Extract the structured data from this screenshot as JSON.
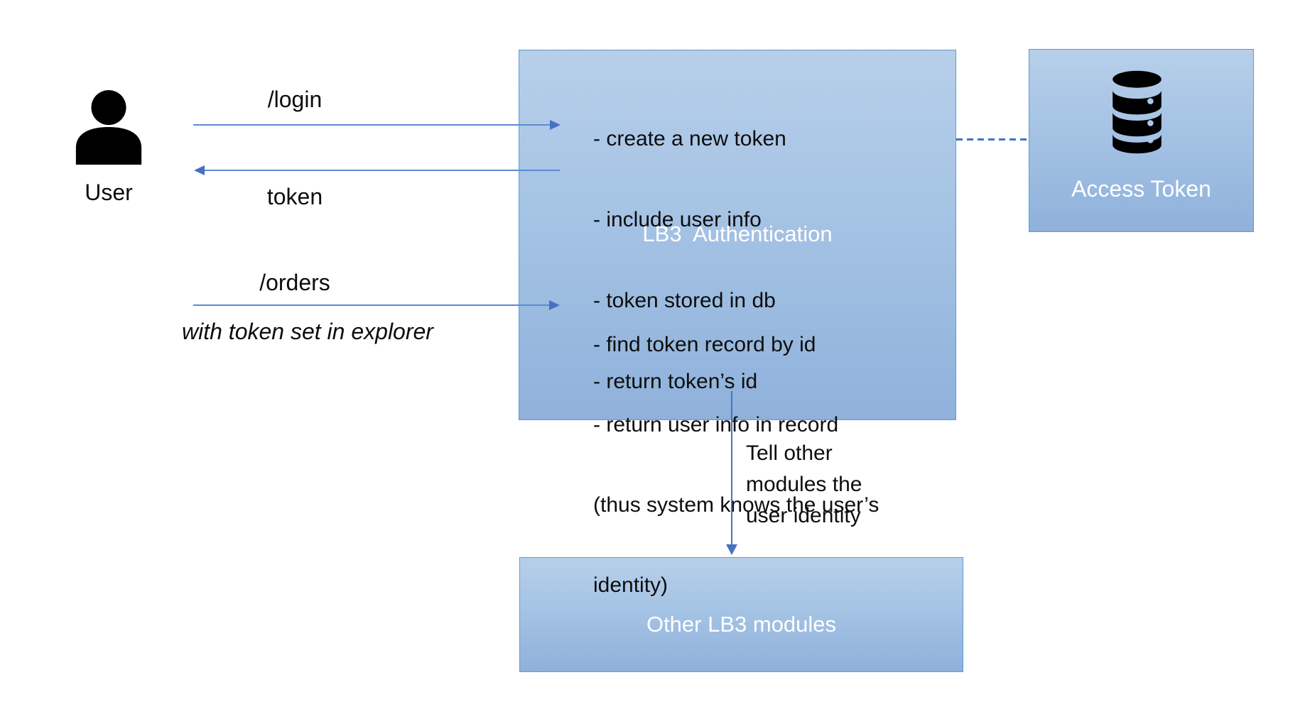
{
  "colors": {
    "box_fill_top": "#b7cfea",
    "box_fill_bottom": "#8fb1db",
    "box_border": "#5b9bd5",
    "arrow_line": "#5b8bd4",
    "arrow_head": "#4472c4",
    "icon_fill": "#000000",
    "text_dark": "#0d0d0d",
    "text_white": "#ffffff"
  },
  "user": {
    "label": "User",
    "icon": "person-icon"
  },
  "requests": {
    "login": {
      "label": "/login"
    },
    "token": {
      "label": "token"
    },
    "orders": {
      "label": "/orders",
      "note": "with token set in explorer"
    }
  },
  "auth_box": {
    "title": "LB3  Authentication",
    "login_steps": [
      "- create a new token",
      "- include user info",
      "- token stored in db",
      "- return token’s id"
    ],
    "orders_steps": [
      "- find token record by id",
      "- return user info in record",
      "(thus system knows the user’s",
      "identity)"
    ]
  },
  "access_box": {
    "label": "Access Token",
    "icon": "database-icon"
  },
  "modules_box": {
    "label": "Other LB3 modules"
  },
  "identity_note": {
    "lines": [
      "Tell other",
      "modules the",
      "user identity"
    ]
  }
}
